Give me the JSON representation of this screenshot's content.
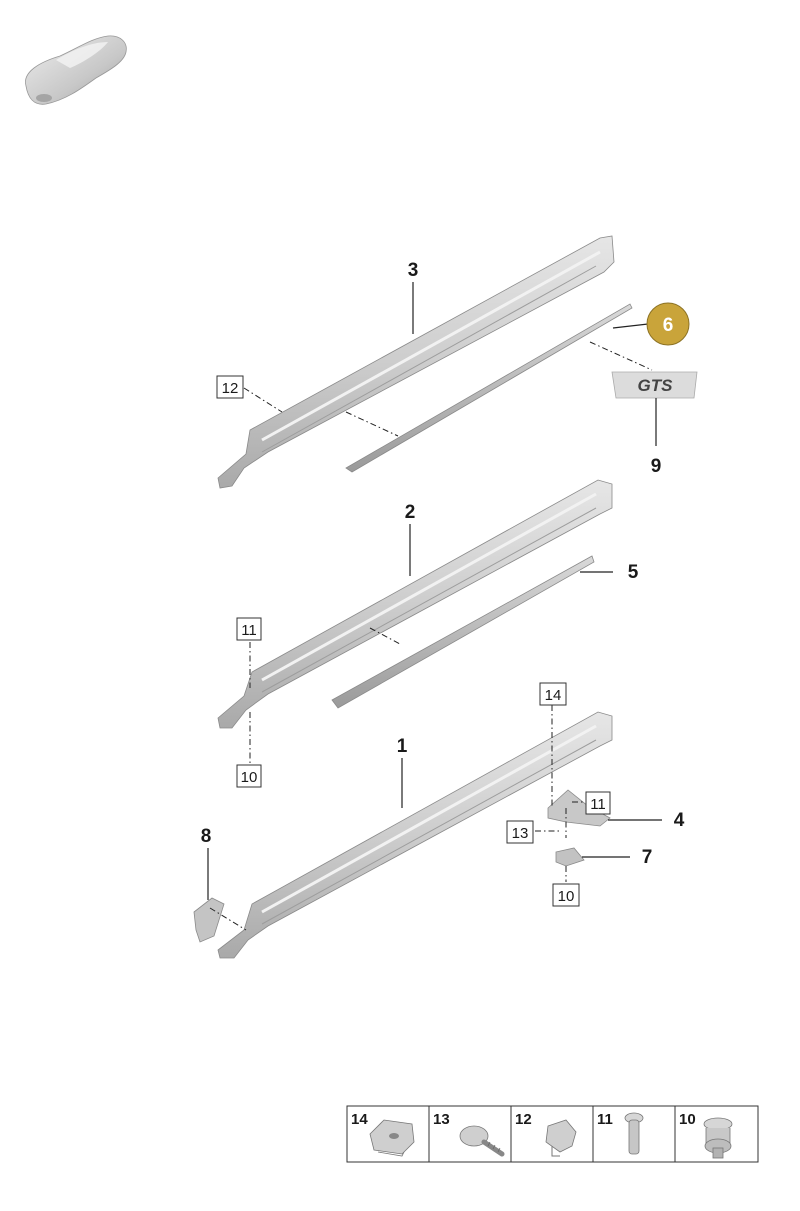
{
  "callouts": {
    "p1": "1",
    "p2": "2",
    "p3": "3",
    "p4": "4",
    "p5": "5",
    "p6": "6",
    "p7": "7",
    "p8": "8",
    "p9": "9"
  },
  "boxed": {
    "b12_top": "12",
    "b11_mid": "11",
    "b10_mid": "10",
    "b14_low": "14",
    "b11_low": "11",
    "b13_low": "13",
    "b10_low": "10"
  },
  "badge_text": "GTS",
  "legend": [
    "14",
    "13",
    "12",
    "11",
    "10"
  ],
  "colors": {
    "highlight": "#c9a43a",
    "part_gray": "#cfcfcf"
  }
}
